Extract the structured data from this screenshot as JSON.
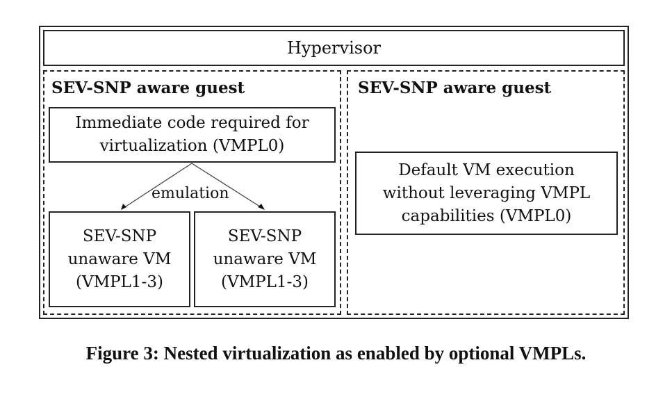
{
  "diagram": {
    "hypervisor": "Hypervisor",
    "left_guest": {
      "title": "SEV-SNP aware guest",
      "immediate_code": [
        "Immediate code required for",
        "virtualization (VMPL0)"
      ],
      "edge_label": "emulation",
      "vm_a": [
        "SEV-SNP",
        "unaware VM",
        "(VMPL1-3)"
      ],
      "vm_b": [
        "SEV-SNP",
        "unaware VM",
        "(VMPL1-3)"
      ]
    },
    "right_guest": {
      "title": "SEV-SNP aware guest",
      "default_vm": [
        "Default VM execution",
        "without leveraging VMPL",
        "capabilities (VMPL0)"
      ]
    }
  },
  "caption": "Figure 3: Nested virtualization as enabled by optional VMPLs."
}
